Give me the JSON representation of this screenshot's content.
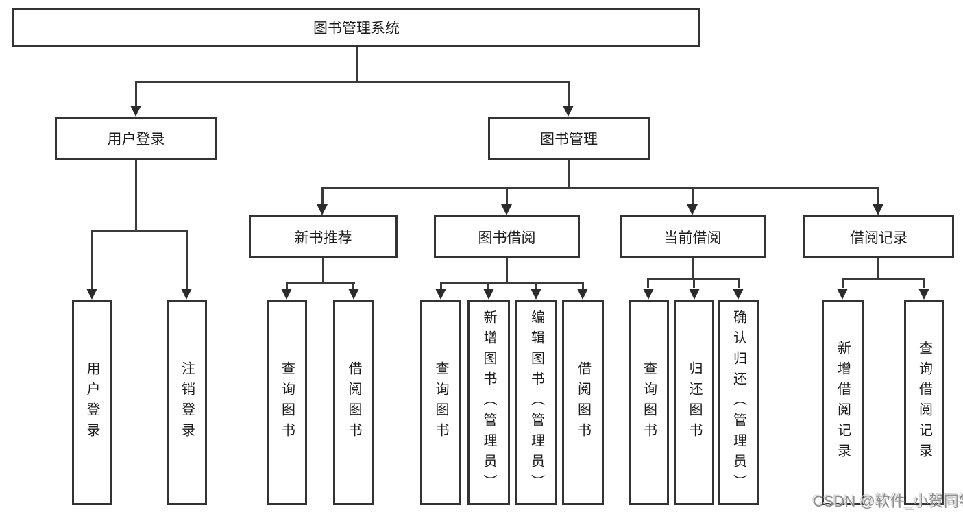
{
  "diagram_title": "图书管理系统",
  "watermark": "CSDN @软件_小贺同学",
  "colors": {
    "background": "#ffffff",
    "box_border": "#333333",
    "connector": "#3a3a3a",
    "text": "#1c1c1c",
    "watermark": "#8f8f8f"
  },
  "nodes": {
    "root": "图书管理系统",
    "user_login": "用户登录",
    "book_mgmt": "图书管理",
    "login": "用户登录",
    "logout": "注销登录",
    "new_books": "新书推荐",
    "book_borrow": "图书借阅",
    "current_borrow": "当前借阅",
    "borrow_records": "借阅记录",
    "nb_query": "查询图书",
    "nb_borrow": "借阅图书",
    "bb_query": "查询图书",
    "bb_add": "新增图书（管理员）",
    "bb_edit": "编辑图书（管理员）",
    "bb_borrow": "借阅图书",
    "cb_query": "查询图书",
    "cb_return": "归还图书",
    "cb_confirm": "确认归还（管理员）",
    "br_add": "新增借阅记录",
    "br_query": "查询借阅记录"
  }
}
